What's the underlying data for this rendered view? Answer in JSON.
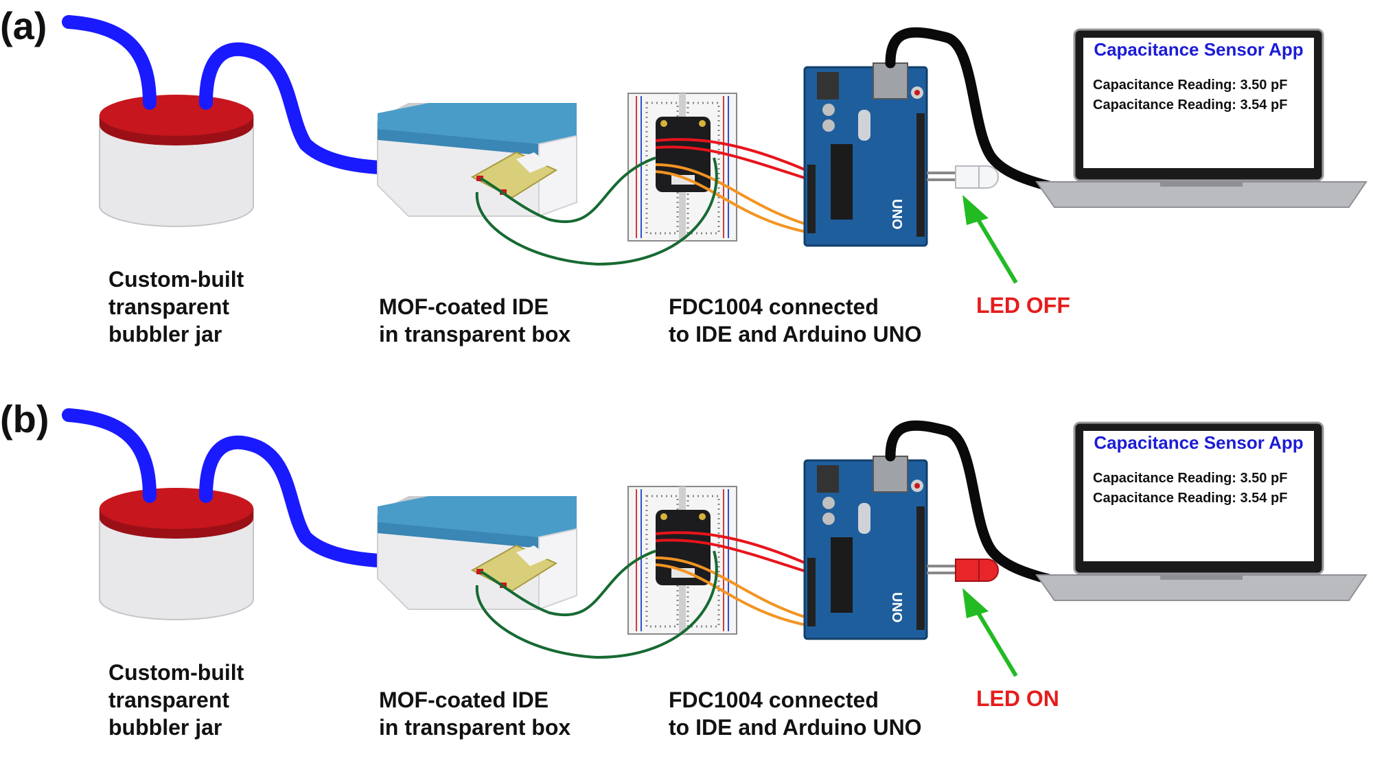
{
  "panels": [
    {
      "tag": "(a)",
      "labels": {
        "jar": [
          "Custom-built",
          "transparent",
          "bubbler jar"
        ],
        "box": [
          "MOF-coated IDE",
          "in transparent box"
        ],
        "board": [
          "FDC1004 connected",
          "to IDE and Arduino UNO"
        ]
      },
      "led": {
        "label": "LED OFF",
        "state": "off",
        "label_color": "#e61c1c",
        "color": "#f4f6f8"
      },
      "app": {
        "title": "Capacitance Sensor App",
        "readings": [
          "Capacitance Reading: 3.50 pF",
          "Capacitance Reading: 3.54 pF"
        ]
      }
    },
    {
      "tag": "(b)",
      "labels": {
        "jar": [
          "Custom-built",
          "transparent",
          "bubbler jar"
        ],
        "box": [
          "MOF-coated IDE",
          "in transparent box"
        ],
        "board": [
          "FDC1004 connected",
          "to IDE and Arduino UNO"
        ]
      },
      "led": {
        "label": "LED ON",
        "state": "on",
        "label_color": "#e61c1c",
        "color": "#e8262a"
      },
      "app": {
        "title": "Capacitance Sensor App",
        "readings": [
          "Capacitance Reading: 3.50 pF",
          "Capacitance Reading: 3.54 pF"
        ]
      }
    }
  ],
  "colors": {
    "tube": "#1a1aff",
    "lid": "#c8161e",
    "box_top": "#4a9cc8",
    "arduino": "#1f5e9c",
    "arrow": "#22bb22",
    "wire_red": "#e8141c",
    "wire_orange": "#f39422",
    "wire_green": "#176a32",
    "usb_cable": "#0a0a0a"
  }
}
